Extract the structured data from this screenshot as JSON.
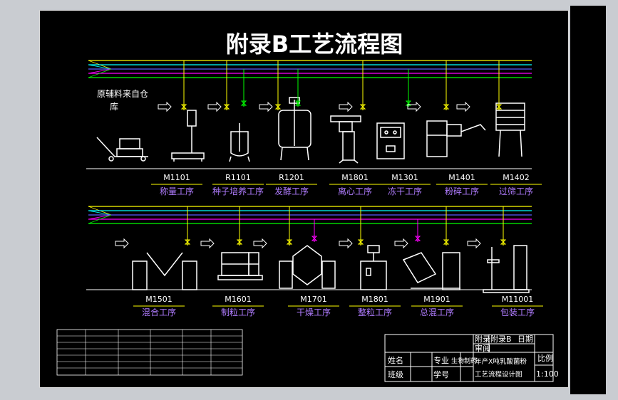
{
  "title": "附录B工艺流程图",
  "raw_label_line1": "原辅料来自仓",
  "raw_label_line2": "库",
  "row1": [
    {
      "code": "M1101",
      "name": "称量工序"
    },
    {
      "code": "R1101",
      "name": "种子培养工序"
    },
    {
      "code": "R1201",
      "name": "发酵工序"
    },
    {
      "code": "M1801",
      "name": "离心工序"
    },
    {
      "code": "M1301",
      "name": "冻干工序"
    },
    {
      "code": "M1401",
      "name": "粉碎工序"
    },
    {
      "code": "M1402",
      "name": "过筛工序"
    }
  ],
  "row2": [
    {
      "code": "M1501",
      "name": "混合工序"
    },
    {
      "code": "M1601",
      "name": "制粒工序"
    },
    {
      "code": "M1701",
      "name": "干燥工序"
    },
    {
      "code": "M1801",
      "name": "整粒工序"
    },
    {
      "code": "M1901",
      "name": "总混工序"
    },
    {
      "code": "M11001",
      "name": "包装工序"
    }
  ],
  "title_block": {
    "appendix": "附录",
    "appendix_b": "附录B",
    "date": "日期",
    "review": "审阅",
    "ratio_label": "比例",
    "ratio_value": "1:100",
    "design_title": "年产X吨乳酸菌粉工艺流程设计图",
    "name_label": "姓名",
    "class_label": "班级",
    "major_label": "专业",
    "major_value": "生物制药",
    "student_no_label": "学号"
  },
  "colors": {
    "pipe_yellow": "#ffff00",
    "pipe_cyan": "#00ffff",
    "pipe_magenta": "#ff00ff",
    "pipe_green": "#00ff00",
    "pipe_blue": "#5a5aff",
    "equip": "#ffffff",
    "label_purple": "#b07cff",
    "underline_yellow": "#ffff00",
    "title_white": "#ffffff"
  }
}
